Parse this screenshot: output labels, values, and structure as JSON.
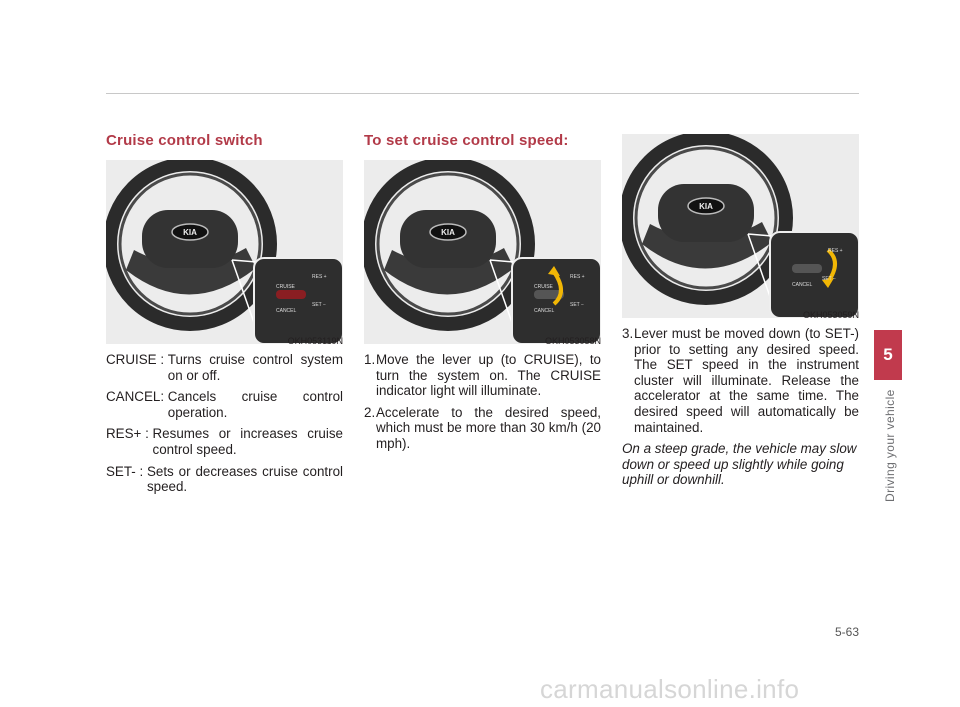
{
  "section1": {
    "title": "Cruise control switch",
    "image_code": "OKH053119N",
    "items": [
      {
        "term": "CRUISE : ",
        "desc": "Turns cruise control system on or off."
      },
      {
        "term": "CANCEL: ",
        "desc": "Cancels cruise control operation."
      },
      {
        "term": "RES+ : ",
        "desc": "Resumes or increases cruise control speed."
      },
      {
        "term": "SET- : ",
        "desc": "Sets or decreases cruise control speed."
      }
    ]
  },
  "section2": {
    "title": "To set cruise control speed:",
    "image_code": "OKH053058N",
    "steps": [
      {
        "num": "1.",
        "text": "Move the lever up (to CRUISE), to turn the system on. The CRUISE indicator light will illuminate."
      },
      {
        "num": "2.",
        "text": "Accelerate to the desired speed, which must be more than 30 km/h (20 mph)."
      }
    ]
  },
  "section3": {
    "image_code": "OKH053059N",
    "steps": [
      {
        "num": "3.",
        "text": "Lever must be moved down (to SET-) prior to setting any desired speed. The SET speed in the instrument cluster will illuminate. Release the accelerator at the same time. The desired speed will automatically be maintained."
      }
    ],
    "note": "On a steep grade, the vehicle may slow down or speed up slightly while going uphill or downhill."
  },
  "wheel_labels": {
    "logo": "KIA",
    "cruise": "CRUISE",
    "res": "RES +",
    "cancel": "CANCEL",
    "set": "SET −"
  },
  "chapter": {
    "number": "5",
    "title": "Driving your vehicle"
  },
  "page_number": "5-63",
  "watermark": "carmanualsonline.info",
  "colors": {
    "heading": "#b23a48",
    "chapter_tab": "#c13a4d",
    "arrow": "#f2b705"
  }
}
